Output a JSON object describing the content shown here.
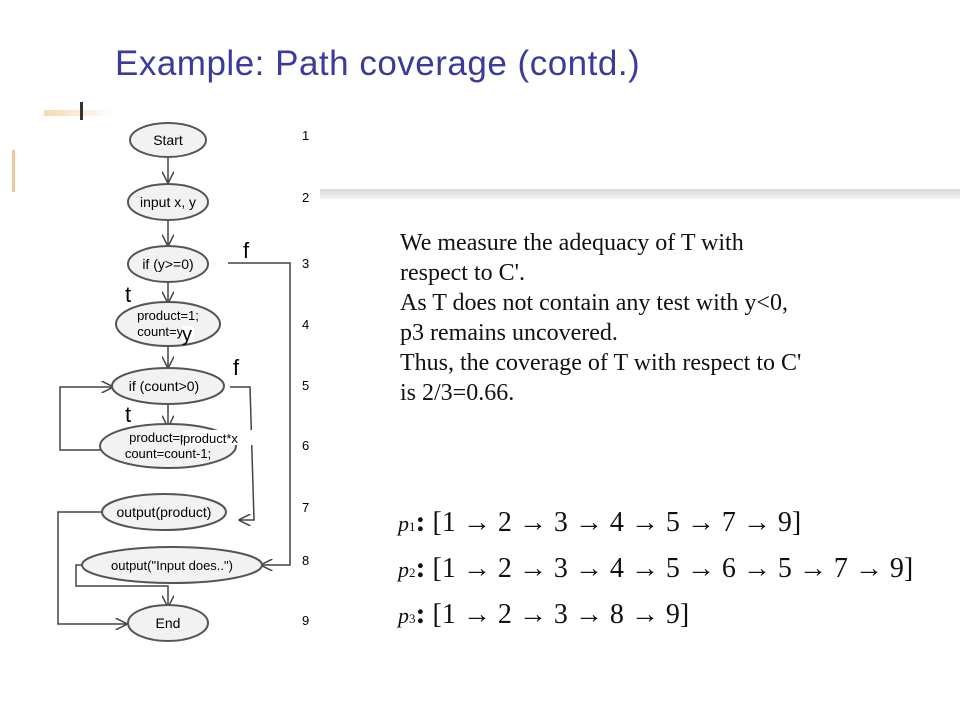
{
  "slide": {
    "title": "Example: Path coverage (contd.)"
  },
  "flowchart": {
    "nodes": [
      {
        "label": "Start",
        "line": "1"
      },
      {
        "label": "input x, y",
        "line": "2"
      },
      {
        "label": "if (y>=0)",
        "line": "3"
      },
      {
        "label_lines": [
          "product=1;",
          "count=y;"
        ],
        "line": "4"
      },
      {
        "label": "if (count>0)",
        "line": "5"
      },
      {
        "label_lines": [
          "product=p;",
          "count=count-1;"
        ],
        "line": "6"
      },
      {
        "label": "output(product)",
        "line": "7"
      },
      {
        "label": "output(\"Input does..\")",
        "line": "8"
      },
      {
        "label": "End",
        "line": "9"
      }
    ],
    "edge_labels": {
      "cond3_false": "f",
      "cond3_true": "t",
      "cond5_false": "f",
      "cond5_true": "t",
      "count_y_annot": "y",
      "product_annot": "product*x"
    }
  },
  "text": {
    "lines": [
      "We measure the adequacy of T with",
      "respect to C'.",
      "As T does not contain any test with y<0,",
      "p3 remains uncovered.",
      "Thus, the coverage of T with respect to C'",
      "is 2/3=0.66."
    ]
  },
  "paths": [
    {
      "name": "p",
      "sub": "1",
      "seq": "[1 → 2 → 3 → 4 → 5 → 7 → 9]"
    },
    {
      "name": "p",
      "sub": "2",
      "seq": "[1 → 2 → 3 → 4 → 5 → 6 → 5 → 7 → 9]"
    },
    {
      "name": "p",
      "sub": "3",
      "seq": "[1 → 2 → 3 → 8 → 9]"
    }
  ],
  "colors": {
    "title": "#3b3b9e",
    "node_fill": "#f2f2f2",
    "node_stroke": "#555555"
  }
}
